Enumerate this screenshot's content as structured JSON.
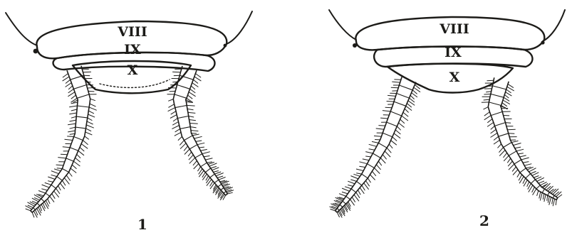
{
  "figures": [
    {
      "number": "1",
      "segments": [
        "VIII",
        "IX",
        "X"
      ]
    },
    {
      "number": "2",
      "segments": [
        "VIII",
        "IX",
        "X"
      ]
    }
  ],
  "colors": {
    "ink": "#1c1b18",
    "paper": "#ffffff"
  }
}
